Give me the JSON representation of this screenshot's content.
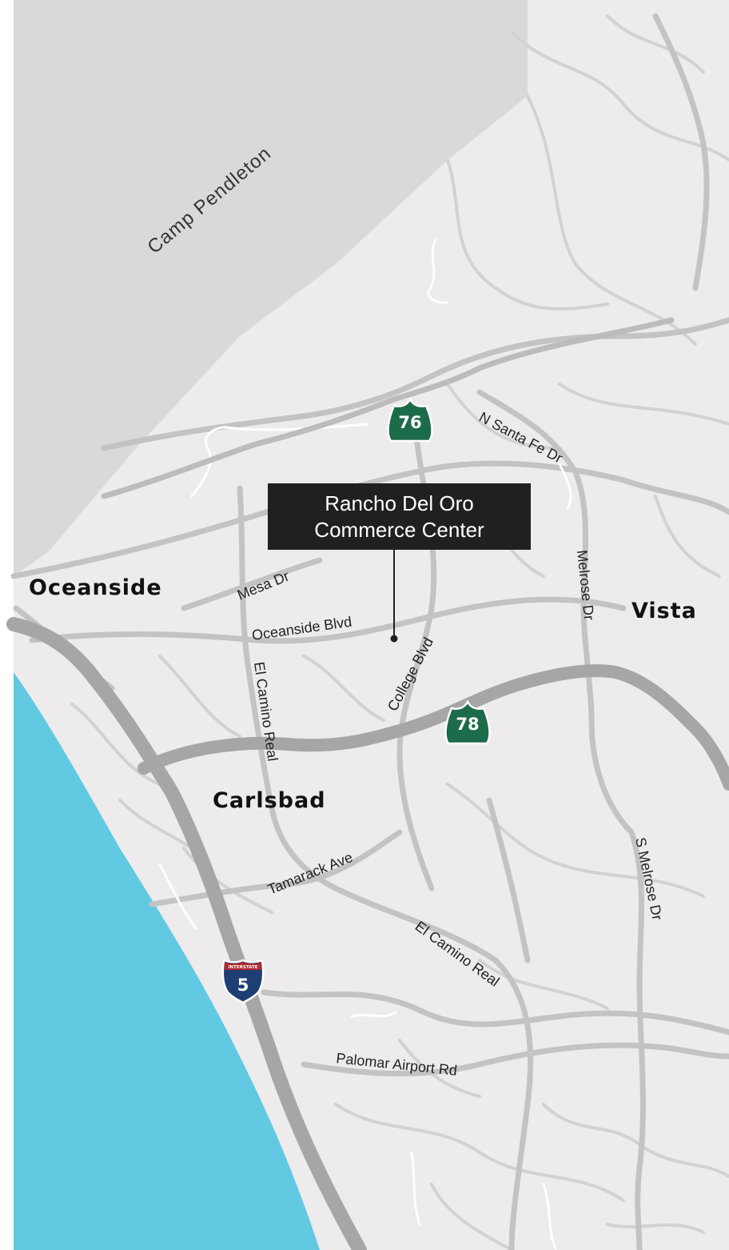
{
  "map": {
    "regions": [
      {
        "id": "camp-pendleton",
        "label": "Camp Pendleton"
      }
    ],
    "cities": [
      {
        "id": "oceanside",
        "label": "Oceanside"
      },
      {
        "id": "vista",
        "label": "Vista"
      },
      {
        "id": "carlsbad",
        "label": "Carlsbad"
      }
    ],
    "streets": [
      {
        "id": "n-santa-fe-dr",
        "label": "N Santa Fe Dr"
      },
      {
        "id": "mesa-dr",
        "label": "Mesa Dr"
      },
      {
        "id": "oceanside-blvd",
        "label": "Oceanside Blvd"
      },
      {
        "id": "college-blvd",
        "label": "College Blvd"
      },
      {
        "id": "melrose-dr",
        "label": "Melrose Dr"
      },
      {
        "id": "el-camino-real-north",
        "label": "El Camino Real"
      },
      {
        "id": "tamarack-ave",
        "label": "Tamarack Ave"
      },
      {
        "id": "el-camino-real-south",
        "label": "El Camino Real"
      },
      {
        "id": "s-melrose-dr",
        "label": "S Melrose Dr"
      },
      {
        "id": "palomar-airport-rd",
        "label": "Palomar Airport Rd"
      }
    ],
    "shields": [
      {
        "id": "sr-76",
        "type": "state-route",
        "number": "76",
        "color": "#1c6b4a"
      },
      {
        "id": "sr-78",
        "type": "state-route",
        "number": "78",
        "color": "#1c6b4a"
      },
      {
        "id": "i-5",
        "type": "interstate",
        "number": "5",
        "banner": "INTERSTATE",
        "color": "#1d3f73",
        "banner_color": "#b22a2e"
      }
    ],
    "callout": {
      "line1": "Rancho Del Oro",
      "line2": "Commerce Center"
    },
    "colors": {
      "land": "#edebec",
      "base_military": "#d9d9da",
      "ocean": "#62c9e3",
      "roads": "#bdbbbc",
      "freeways": "#a7a5a6",
      "callout_bg": "#221f20"
    }
  }
}
